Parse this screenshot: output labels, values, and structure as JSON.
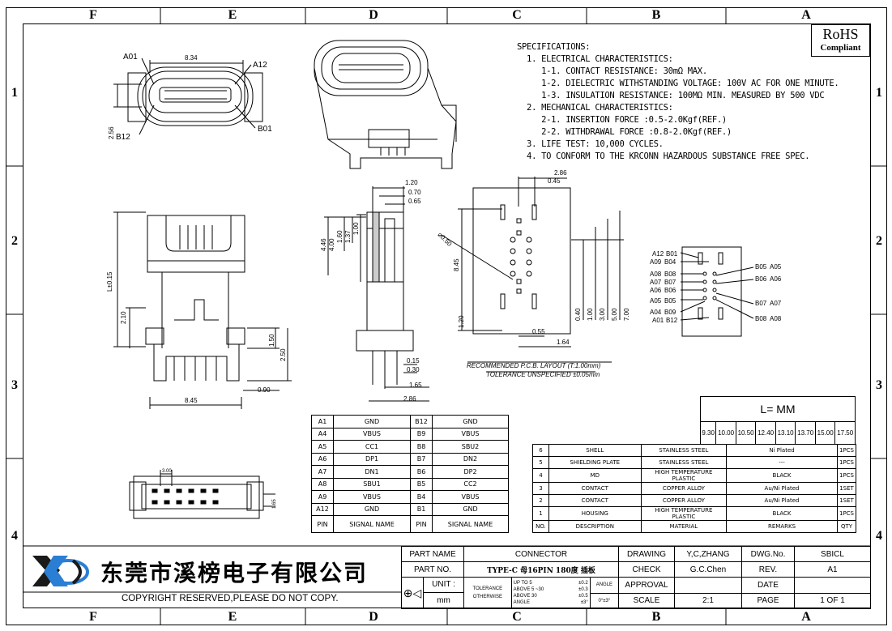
{
  "zones": {
    "top": [
      "F",
      "E",
      "D",
      "C",
      "B",
      "A"
    ],
    "side": [
      "1",
      "2",
      "3",
      "4"
    ]
  },
  "rohs": {
    "line1": "RoHS",
    "line2": "Compliant"
  },
  "specs": [
    "SPECIFICATIONS:",
    "  1. ELECTRICAL CHARACTERISTICS:",
    "     1-1. CONTACT RESISTANCE: 30mΩ MAX.",
    "     1-2. DIELECTRIC WITHSTANDING VOLTAGE: 100V AC FOR ONE MINUTE.",
    "     1-3. INSULATION RESISTANCE: 100MΩ MIN. MEASURED BY 500 VDC",
    "  2. MECHANICAL CHARACTERISTICS:",
    "     2-1. INSERTION FORCE :0.5-2.0Kgf(REF.)",
    "     2-2. WITHDRAWAL FORCE :0.8-2.0Kgf(REF.)",
    "  3. LIFE TEST: 10,000 CYCLES.",
    "  4. TO CONFORM TO THE KRCONN HAZARDOUS SUBSTANCE FREE SPEC."
  ],
  "dims": {
    "front_width": "8.34",
    "front_height": "2.56",
    "front_labels": [
      "A01",
      "A12",
      "B12",
      "B01"
    ],
    "side_height": "L±0.15",
    "side_a": "2.10",
    "side_b": "1.50",
    "side_c": "2.50",
    "side_width": "8.45",
    "side_d": "0.90",
    "mid_a": "1.20",
    "mid_b": "0.70",
    "mid_c": "0.65",
    "mid_h1": "4.46",
    "mid_h2": "4.00",
    "mid_h3": "1.60",
    "mid_h4": "1.37",
    "mid_h5": "1.00",
    "mid_d": "0.15",
    "mid_e": "0.30",
    "mid_f": "1.65",
    "mid_g": "2.86",
    "pcb_top": "2.86",
    "pcb_top2": "0.45",
    "pcb_hole": "⌀0.50",
    "pcb_h": "8.45",
    "pcb_left": "1.20",
    "pcb_v": [
      "0.40",
      "1.00",
      "3.00",
      "5.00",
      "7.00"
    ],
    "pcb_b1": "0.55",
    "pcb_b2": "1.64",
    "bottom_dim": "3.00",
    "bottom_h": "1.65"
  },
  "pinout_left": [
    [
      "A12",
      "B01"
    ],
    [
      "A09",
      "B04"
    ],
    [
      "A08",
      "B08"
    ],
    [
      "A07",
      "B07"
    ],
    [
      "A06",
      "B06"
    ],
    [
      "A05",
      "B05"
    ],
    [
      "A04",
      "B09"
    ],
    [
      "A01",
      "B12"
    ]
  ],
  "pinout_right": [
    [
      "B05",
      "A05"
    ],
    [
      "B06",
      "A06"
    ],
    [
      "B07",
      "A07"
    ],
    [
      "B08",
      "A08"
    ]
  ],
  "pcb_caption": "RECOMMENDED  P.C.B. LAYOUT (T:1.00mm)",
  "pcb_tolerance": "TOLERANCE UNSPECIFIED ±0.05mm",
  "length_table": {
    "header": "L=    MM",
    "values": [
      "9.30",
      "10.00",
      "10.50",
      "12.40",
      "13.10",
      "13.70",
      "15.00",
      "17.50"
    ]
  },
  "pin_table": [
    [
      "A1",
      "GND",
      "B12",
      "GND"
    ],
    [
      "A4",
      "VBUS",
      "B9",
      "VBUS"
    ],
    [
      "A5",
      "CC1",
      "B8",
      "SBU2"
    ],
    [
      "A6",
      "DP1",
      "B7",
      "DN2"
    ],
    [
      "A7",
      "DN1",
      "B6",
      "DP2"
    ],
    [
      "A8",
      "SBU1",
      "B5",
      "CC2"
    ],
    [
      "A9",
      "VBUS",
      "B4",
      "VBUS"
    ],
    [
      "A12",
      "GND",
      "B1",
      "GND"
    ],
    [
      "PIN",
      "SIGNAL NAME",
      "PIN",
      "SIGNAL NAME"
    ]
  ],
  "bom": [
    [
      "6",
      "SHELL",
      "STAINLESS STEEL",
      "Ni Plated",
      "1PCS"
    ],
    [
      "5",
      "SHIELDING PLATE",
      "STAINLESS STEEL",
      "---",
      "1PCS"
    ],
    [
      "4",
      "MD",
      "HIGH TEMPERATURE PLASTIC",
      "BLACK",
      "1PCS"
    ],
    [
      "3",
      "CONTACT",
      "COPPER ALLOY",
      "Au/Ni Plated",
      "1SET"
    ],
    [
      "2",
      "CONTACT",
      "COPPER ALLOY",
      "Au/Ni Plated",
      "1SET"
    ],
    [
      "1",
      "HOUSING",
      "HIGH TEMPERATURE PLASTIC",
      "BLACK",
      "1PCS"
    ],
    [
      "NO.",
      "DESCRIPTION",
      "MATERIAL",
      "REMARKS",
      "QTY"
    ]
  ],
  "company": {
    "name": "东莞市溪榜电子有限公司",
    "logo": "XB-logo",
    "copyright": "COPYRIGHT RESERVED,PLEASE DO NOT COPY."
  },
  "title_block": {
    "part_name_label": "PART NAME",
    "part_name": "CONNECTOR",
    "part_no_label": "PART NO.",
    "part_no": "TYPE-C 母16PIN 180度 插板",
    "unit_label": "UNIT :",
    "unit": "mm",
    "tolerance": "TOLERANCE",
    "otherwise": "OTHERWISE",
    "tol_rows": [
      [
        "UP TO 5",
        "±0.2"
      ],
      [
        "ABOVE 5 ~30",
        "±0.3"
      ],
      [
        "ABOVE 30",
        "±0.5"
      ]
    ],
    "angle_label": "ANGLE",
    "angle_val": "±3°",
    "angle_tol": "0°±3°",
    "angle_short": "ANGLE",
    "drawing_label": "DRAWING",
    "drawing": "Y,C,ZHANG",
    "check_label": "CHECK",
    "check": "G.C.Chen",
    "approval_label": "APPROVAL",
    "scale_label": "SCALE",
    "scale": "2:1",
    "dwg_label": "DWG.No.",
    "dwg": "SBICL",
    "rev_label": "REV.",
    "rev": "A1",
    "date_label": "DATE",
    "page_label": "PAGE",
    "page": "1 OF 1"
  }
}
